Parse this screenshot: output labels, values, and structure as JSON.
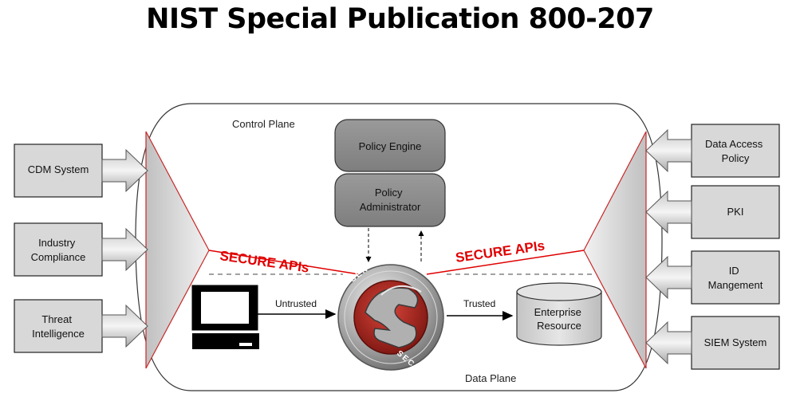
{
  "title": "NIST Special Publication 800-207",
  "control_plane_label": "Control Plane",
  "data_plane_label": "Data Plane",
  "policy_engine": "Policy Engine",
  "policy_administrator": [
    "Policy",
    "Administrator"
  ],
  "left_inputs": [
    [
      "CDM System"
    ],
    [
      "Industry",
      "Compliance"
    ],
    [
      "Threat",
      "Intelligence"
    ]
  ],
  "right_inputs": [
    [
      "Data Access",
      "Policy"
    ],
    [
      "PKI"
    ],
    [
      "ID",
      "Mangement"
    ],
    [
      "SIEM System"
    ]
  ],
  "secure_api_label": "SECURE APIs",
  "untrusted_label": "Untrusted",
  "trusted_label": "Trusted",
  "enterprise_resource": [
    "Enterprise",
    "Resource"
  ],
  "badge_top_text": "SENTRY",
  "badge_bottom_text": "SECURED",
  "colors": {
    "secure_api": "#e00000",
    "box_fill": "#d8d8d8",
    "policy_fill": "#8c8c8c",
    "badge_red": "#b8261c"
  }
}
